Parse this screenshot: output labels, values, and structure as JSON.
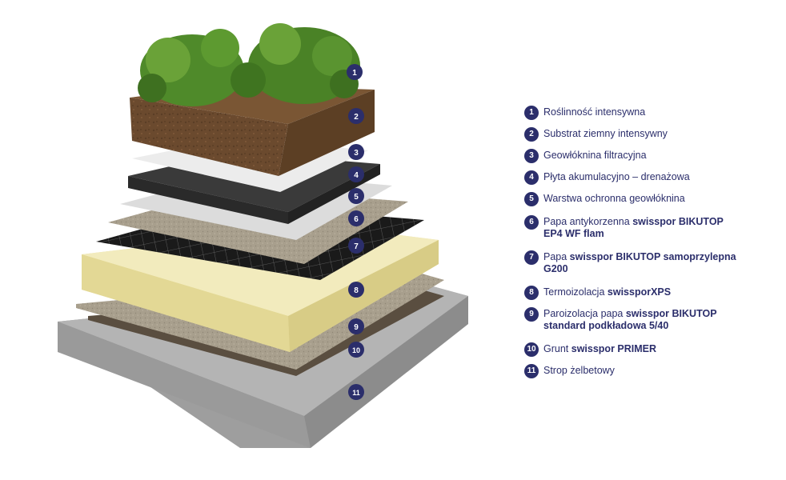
{
  "layers": [
    {
      "number": "1",
      "plain": "Roślinność intensywna",
      "bold": ""
    },
    {
      "number": "2",
      "plain": "Substrat ziemny intensywny",
      "bold": ""
    },
    {
      "number": "3",
      "plain": "Geowłóknina filtracyjna",
      "bold": ""
    },
    {
      "number": "4",
      "plain": "Płyta akumulacyjno – drenażowa",
      "bold": ""
    },
    {
      "number": "5",
      "plain": "Warstwa ochronna geowłóknina",
      "bold": ""
    },
    {
      "number": "6",
      "plain": "Papa antykorzenna ",
      "bold": "swisspor BIKUTOP EP4 WF flam"
    },
    {
      "number": "7",
      "plain": "Papa ",
      "bold": "swisspor BIKUTOP samoprzylepna G200"
    },
    {
      "number": "8",
      "plain": "Termoizolacja ",
      "bold": "swissporXPS"
    },
    {
      "number": "9",
      "plain": "Paroizolacja papa ",
      "bold": "swisspor BIKUTOP standard podkładowa 5/40"
    },
    {
      "number": "10",
      "plain": "Grunt ",
      "bold": "swisspor PRIMER"
    },
    {
      "number": "11",
      "plain": "Strop żelbetowy",
      "bold": ""
    }
  ],
  "colors": {
    "badge": "#2b2e6b",
    "text": "#2b2e6b",
    "plants": "#4f8a2a",
    "soil": "#6b4a2e",
    "geotextile": "#e6e6e6",
    "drainage_board": "#3a3a3a",
    "membrane": "#a89f8d",
    "black_membrane": "#1a1a1a",
    "insulation": "#f0e8b4",
    "vapour_barrier": "#958a79",
    "primer": "#5a4e40",
    "concrete": "#a8a8a8"
  }
}
